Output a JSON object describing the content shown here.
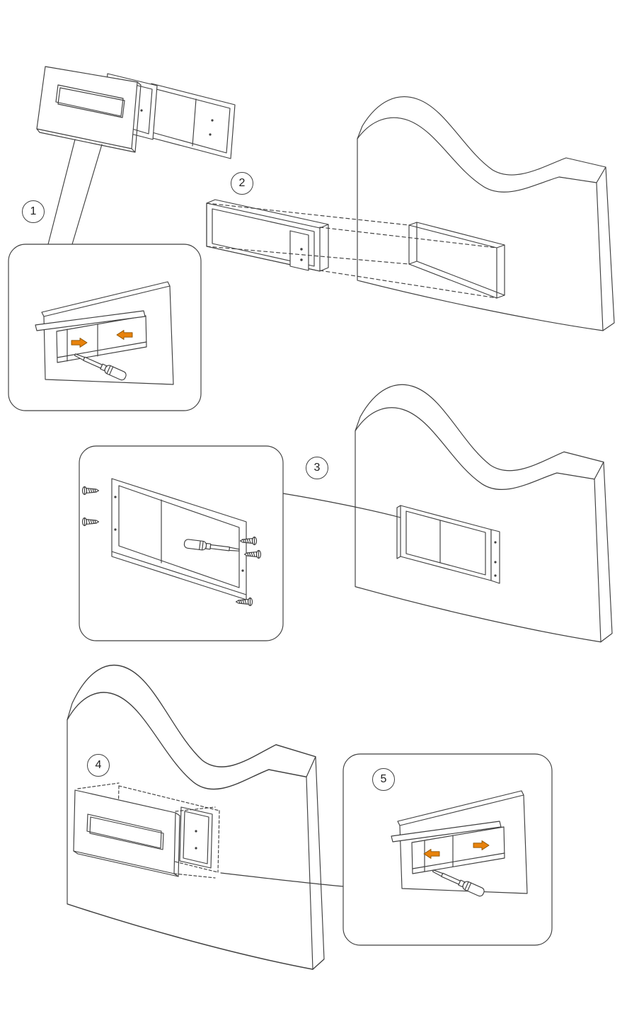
{
  "document": {
    "kind": "furniture wall-insert assembly instruction diagram",
    "background_color": "#ffffff",
    "line_color": "#3f3f3f",
    "accent_color": "#e8820c",
    "step_count": 5
  },
  "steps": [
    {
      "label": "1"
    },
    {
      "label": "2"
    },
    {
      "label": "3"
    },
    {
      "label": "4"
    },
    {
      "label": "5"
    }
  ],
  "icons": {
    "screwdriver": "screwdriver-icon",
    "screw": "screw-icon",
    "direction_arrow": "direction-arrow-icon",
    "step_badge": "numbered-circle-badge"
  }
}
